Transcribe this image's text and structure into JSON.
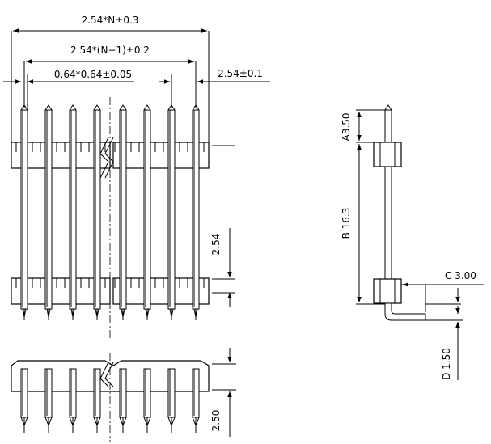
{
  "drawing": {
    "dims": {
      "overall_width": "2.54*N±0.3",
      "pitch_span": "2.54*(N−1)±0.2",
      "pin_size": "0.64*0.64±0.05",
      "pitch": "2.54±0.1",
      "row_spacing": "2.54",
      "bottom_tail": "2.50",
      "side_a": "A3.50",
      "side_b": "B 16.3",
      "side_c": "C  3.00",
      "side_d": "D 1.50"
    },
    "colors": {
      "line": "#000000",
      "background": "#ffffff"
    }
  }
}
